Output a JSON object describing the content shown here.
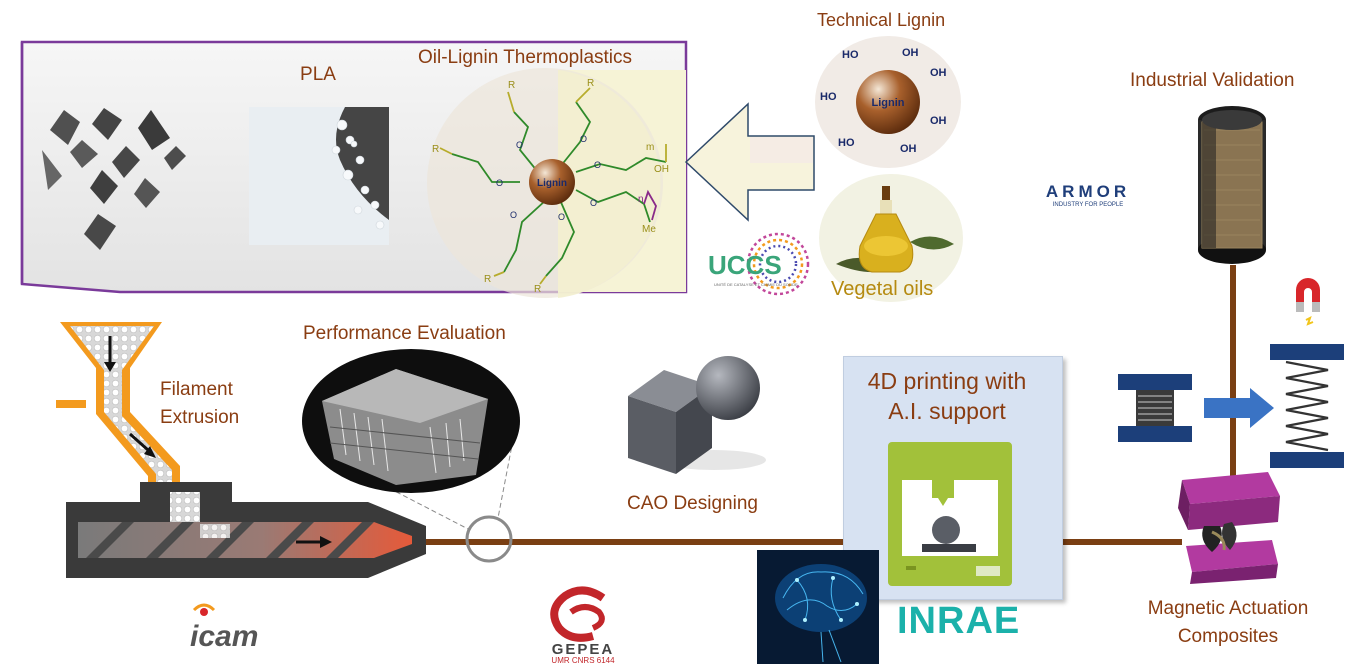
{
  "labels": {
    "technical_lignin": "Technical Lignin",
    "pla": "PLA",
    "oil_lignin": "Oil-Lignin Thermoplastics",
    "industrial_validation": "Industrial Validation",
    "vegetal_oils": "Vegetal oils",
    "performance_evaluation": "Performance Evaluation",
    "filament_line1": "Filament",
    "filament_line2": "Extrusion",
    "cao_designing": "CAO Designing",
    "printing_line1": "4D printing with",
    "printing_line2": "A.I. support",
    "magnetic_line1": "Magnetic Actuation",
    "magnetic_line2": "Composites"
  },
  "chem": {
    "lignin": "Lignin",
    "ho": "HO",
    "oh": "OH",
    "o": "O",
    "r": "R",
    "m": "m",
    "n": "n",
    "me": "Me",
    "oh_acid": "OH"
  },
  "logos": {
    "uccs": "UCCS",
    "uccs_sub": "UNITÉ DE CATALYSE ET CHIMIE DU SOLIDE",
    "armor": "ARMOR",
    "armor_sub": "INDUSTRY FOR PEOPLE",
    "icam": "icam",
    "gepea": "GEPEA",
    "gepea_sub": "UMR CNRS 6144",
    "inrae": "INRAE"
  },
  "colors": {
    "label_brown": "#8a3d12",
    "frame_purple": "#7a3a9a",
    "pipe_brown": "#7a3f13",
    "orange": "#f39a1e",
    "lime": "#a2c13a",
    "blue_label": "#1f3e7a",
    "inrae_teal": "#1bb1aa",
    "oil_gold": "#b58a10"
  }
}
